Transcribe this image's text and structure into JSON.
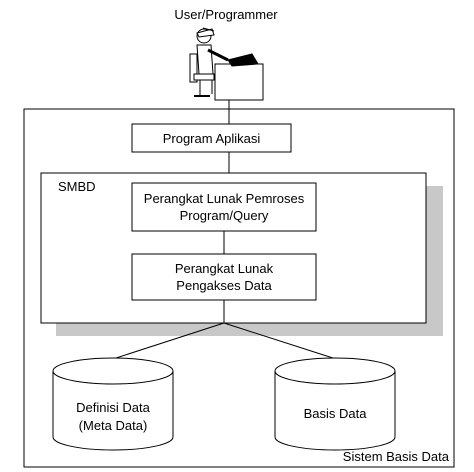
{
  "actor": {
    "label": "User/Programmer"
  },
  "system": {
    "label": "Sistem Basis Data"
  },
  "dbms": {
    "label": "SMBD"
  },
  "boxes": {
    "program": {
      "label": "Program Aplikasi"
    },
    "processor": {
      "line1": "Perangkat Lunak Pemroses",
      "line2": "Program/Query"
    },
    "accessor": {
      "line1": "Perangkat Lunak",
      "line2": "Pengakses Data"
    }
  },
  "stores": {
    "definisi": {
      "line1": "Definisi Data",
      "line2": "(Meta Data)"
    },
    "basis": {
      "line1": "Basis Data"
    }
  },
  "colors": {
    "shadow": "#c8c8c8",
    "stroke": "#000000",
    "background": "#ffffff"
  }
}
